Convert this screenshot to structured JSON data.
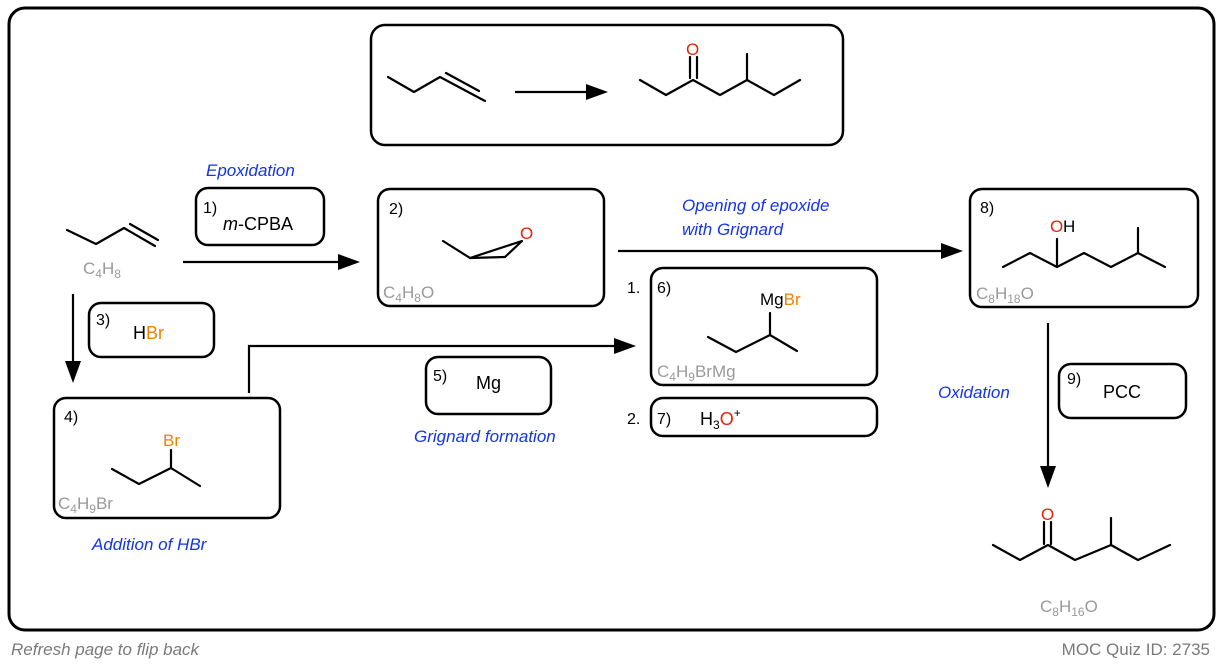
{
  "target": {
    "title": "C4H8 to C8H16O"
  },
  "annotations": {
    "epoxidation": "Epoxidation",
    "opening_line1": "Opening of epoxide",
    "opening_line2": "with Grignard",
    "addition": "Addition of HBr",
    "grignard_formation": "Grignard formation",
    "oxidation": "Oxidation"
  },
  "steps": {
    "s1": {
      "num": "1)",
      "italic": "m",
      "rest": "-CPBA"
    },
    "s2": {
      "num": "2)"
    },
    "s3": {
      "num": "3)",
      "h": "H",
      "br": "Br"
    },
    "s4": {
      "num": "4)"
    },
    "s5": {
      "num": "5)",
      "reagent": "Mg"
    },
    "s6": {
      "pre": "1.",
      "num": "6)"
    },
    "s7": {
      "pre": "2.",
      "num": "7)",
      "h": "H",
      "sub": "3",
      "o": "O",
      "sup": "+"
    },
    "s8": {
      "num": "8)"
    },
    "s9": {
      "num": "9)",
      "reagent": "PCC"
    }
  },
  "atoms": {
    "O": "O",
    "Br": "Br",
    "Mg": "Mg",
    "H": "H"
  },
  "formulas": {
    "f_c4h8": {
      "a": "C",
      "b": "4",
      "c": "H",
      "d": "8"
    },
    "f_c4h8o": {
      "a": "C",
      "b": "4",
      "c": "H",
      "d": "8",
      "e": "O"
    },
    "f_c4h9br": {
      "a": "C",
      "b": "4",
      "c": "H",
      "d": "9",
      "e": "Br"
    },
    "f_c4h9brmg": {
      "a": "C",
      "b": "4",
      "c": "H",
      "d": "9",
      "e": "BrMg"
    },
    "f_c8h18o": {
      "a": "C",
      "b": "8",
      "c": "H",
      "d": "18",
      "e": "O"
    },
    "f_c8h16o": {
      "a": "C",
      "b": "8",
      "c": "H",
      "d": "16",
      "e": "O"
    }
  },
  "footer": {
    "left": "Refresh page to flip back",
    "right": "MOC Quiz ID: 2735"
  },
  "colors": {
    "annotation_blue": "#1434e8",
    "oxygen_red": "#e8220a",
    "bromine_orange": "#f08200",
    "formula_gray": "#9a9a9a"
  }
}
